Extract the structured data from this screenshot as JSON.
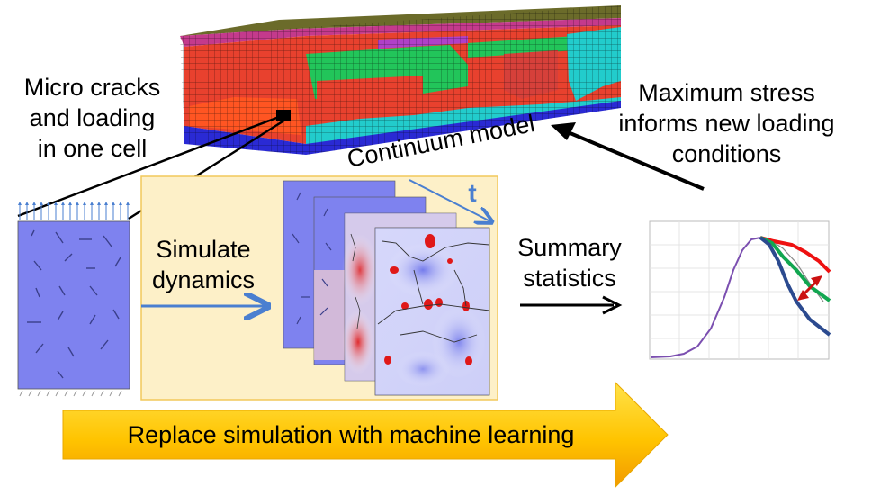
{
  "labels": {
    "micro_cracks": [
      "Micro cracks",
      "and loading",
      "in one cell"
    ],
    "continuum_model": "Continuum model",
    "max_stress": [
      "Maximum stress",
      "informs new loading",
      "conditions"
    ],
    "simulate": [
      "Simulate",
      "dynamics"
    ],
    "time": "t",
    "summary": [
      "Summary",
      "statistics"
    ],
    "replace_ml": "Replace simulation with machine learning"
  },
  "colors": {
    "panel_fill": "#fdf0c8",
    "panel_border": "#f2c85a",
    "cell_blue": "#7b7ff0",
    "arrow_blue": "#4a7fd0",
    "banner_top": "#ffd400",
    "banner_bottom": "#f3a200",
    "curve_purple": "#7b4fb0",
    "curve_red": "#ee1111",
    "curve_green": "#11a650",
    "curve_navy": "#2b4a8f"
  }
}
